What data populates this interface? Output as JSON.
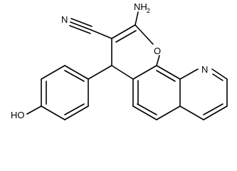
{
  "figure": {
    "kind": "chemical-structure",
    "line_color": "#000000",
    "background": "#ffffff"
  },
  "atoms": {
    "amino_main": "NH",
    "amino_sub": "2",
    "nitrile_n": "N",
    "ring_oxygen": "O",
    "pyridine_n": "N",
    "hydroxyl": "HO"
  }
}
